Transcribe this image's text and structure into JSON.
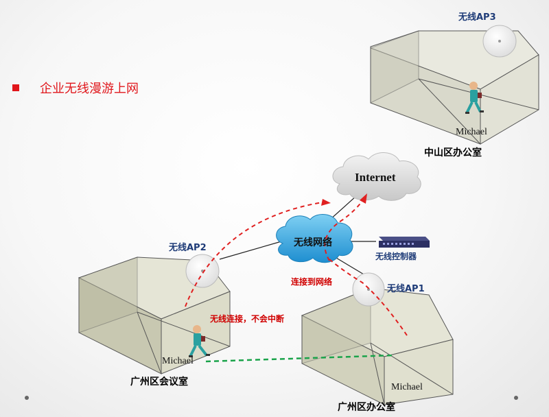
{
  "title": "企业无线漫游上网",
  "internet_label": "Internet",
  "wireless_network_label": "无线网络",
  "controller_label": "无线控制器",
  "access_points": {
    "ap1": "无线AP1",
    "ap2": "无线AP2",
    "ap3": "无线AP3"
  },
  "offices": {
    "zhongshan": "中山区办公室",
    "gz_meeting": "广州区会议室",
    "gz_office": "广州区办公室"
  },
  "annotations": {
    "connect": "连接到网络",
    "roaming": "无线连接，不会中断"
  },
  "person_name": "Michael",
  "colors": {
    "title_red": "#e0161b",
    "ap_label_blue": "#1f3c78",
    "path_red": "#e02020",
    "roam_green": "#1aa34a"
  }
}
